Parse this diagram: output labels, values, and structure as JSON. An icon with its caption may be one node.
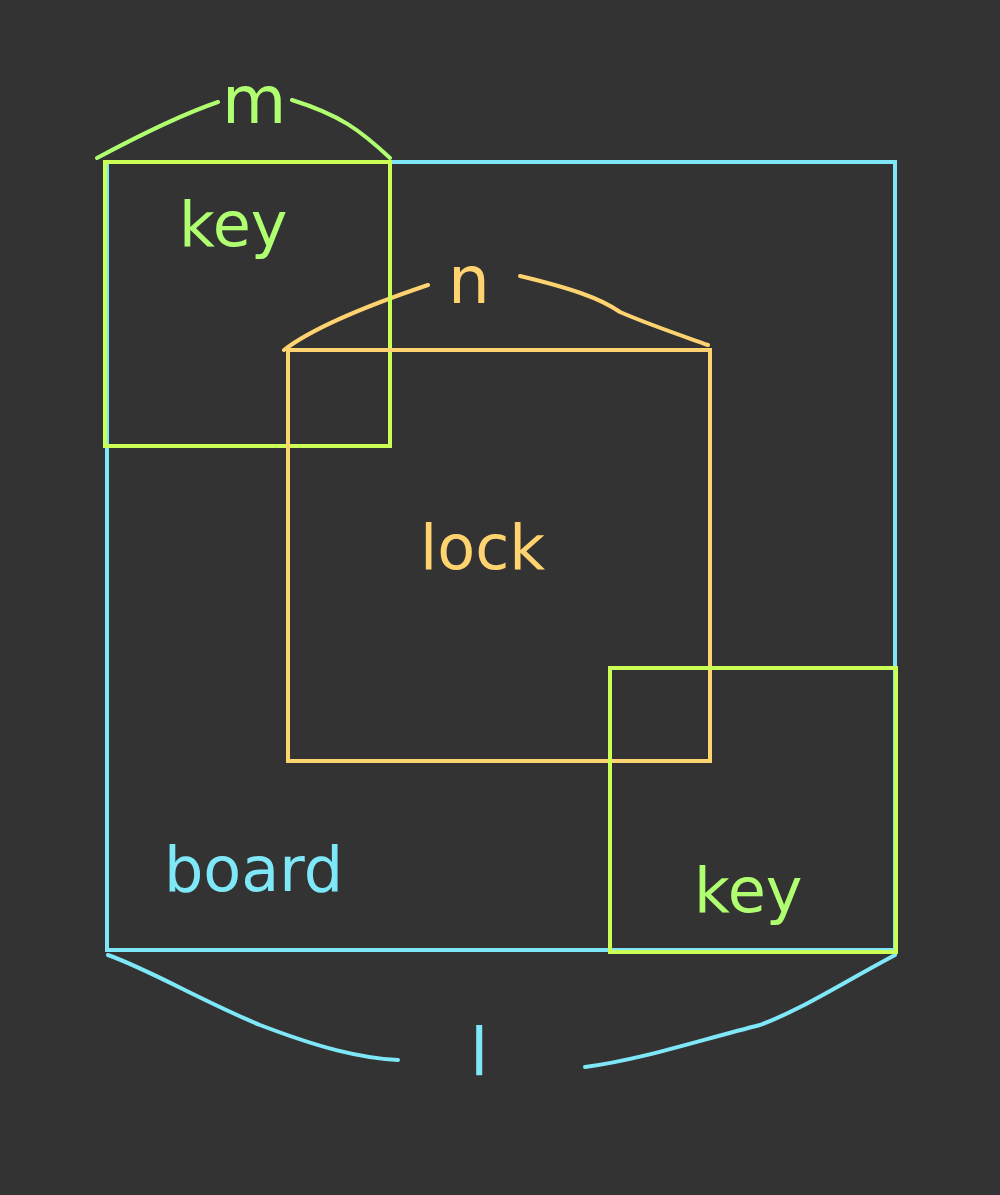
{
  "diagram": {
    "nodes": [
      {
        "text": [
          "board"
        ]
      },
      {
        "text": [
          "key"
        ],
        "in": 0
      },
      {
        "text": [
          "lock"
        ],
        "in": 0
      },
      {
        "text": [
          "key"
        ],
        "in": 0
      }
    ],
    "labels": [
      "m",
      "n",
      "l"
    ]
  }
}
